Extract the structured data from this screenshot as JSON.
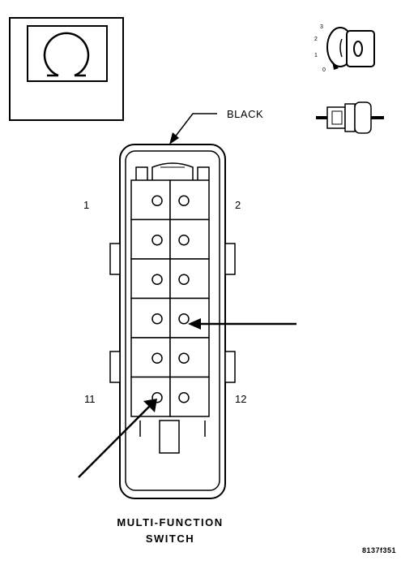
{
  "callout_label": "BLACK",
  "pin_labels": {
    "top_left": "1",
    "top_right": "2",
    "bottom_left": "11",
    "bottom_right": "12"
  },
  "connector_name_line1": "MULTI-FUNCTION",
  "connector_name_line2": "SWITCH",
  "figure_id": "8137f351",
  "ignition_positions": [
    "3",
    "2",
    "1",
    "0"
  ],
  "icons": [
    "warning-lamp-icon",
    "ignition-key-icon",
    "connector-plug-icon"
  ],
  "pin_rows": 6,
  "pin_cols": 2
}
